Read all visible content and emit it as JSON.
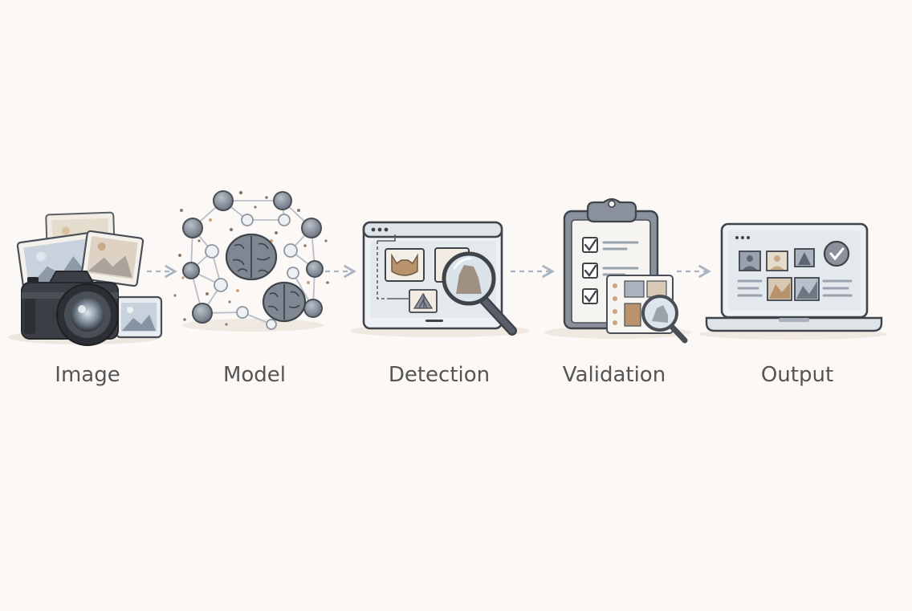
{
  "stages": [
    {
      "id": "image",
      "label": "Image",
      "icon": "camera-photos-icon"
    },
    {
      "id": "model",
      "label": "Model",
      "icon": "neural-network-brain-icon"
    },
    {
      "id": "detection",
      "label": "Detection",
      "icon": "browser-magnifier-icon"
    },
    {
      "id": "validation",
      "label": "Validation",
      "icon": "clipboard-checklist-icon"
    },
    {
      "id": "output",
      "label": "Output",
      "icon": "laptop-gallery-icon"
    }
  ],
  "colors": {
    "background": "#fbf8f5",
    "stroke": "#4a4f57",
    "gray_fill": "#8a919c",
    "light_fill": "#e7ebef",
    "accent_tan": "#b8926a",
    "arrow": "#a9b4c0",
    "label": "#555555"
  }
}
